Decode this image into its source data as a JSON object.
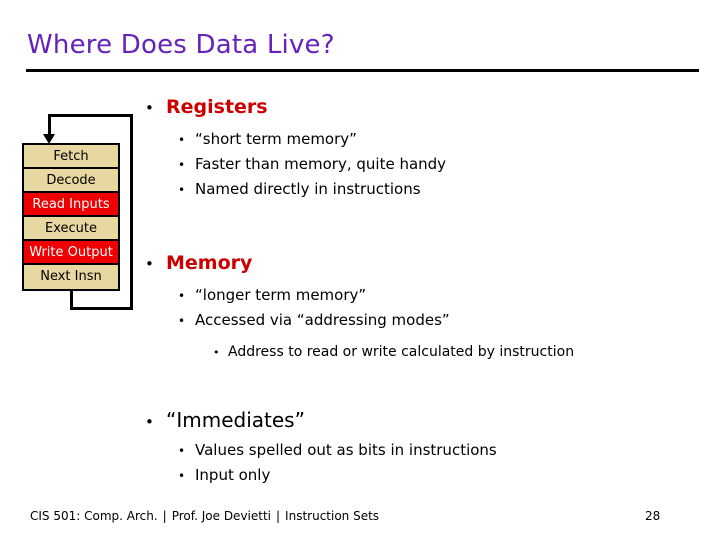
{
  "slide": {
    "title": "Where Does Data Live?",
    "title_color": "#6622bb",
    "accent_color": "#cc0000",
    "page_number": "28"
  },
  "flowchart": {
    "name": "instruction-cycle",
    "highlight_color": "#ee0000",
    "normal_color": "#e6d8a0",
    "steps": [
      {
        "label": "Fetch",
        "highlighted": false
      },
      {
        "label": "Decode",
        "highlighted": false
      },
      {
        "label": "Read Inputs",
        "highlighted": true
      },
      {
        "label": "Execute",
        "highlighted": false
      },
      {
        "label": "Write Output",
        "highlighted": true
      },
      {
        "label": "Next Insn",
        "highlighted": false
      }
    ]
  },
  "content": {
    "bullet_glyph": "•",
    "sections": [
      {
        "heading": "Registers",
        "emphasis": true,
        "subs": [
          "“short term memory”",
          "Faster than memory, quite handy",
          "Named directly in instructions"
        ],
        "sub3": []
      },
      {
        "heading": "Memory",
        "emphasis": true,
        "subs": [
          "“longer term memory”",
          "Accessed via “addressing modes”"
        ],
        "sub3": [
          "Address to read or write calculated by instruction"
        ]
      },
      {
        "heading": "“Immediates”",
        "emphasis": false,
        "subs": [
          "Values spelled out as bits in instructions",
          "Input only"
        ],
        "sub3": []
      }
    ]
  },
  "footer": {
    "course": "CIS 501: Comp. Arch.",
    "separator": "|",
    "instructor": "Prof. Joe Devietti",
    "topic": "Instruction Sets"
  }
}
